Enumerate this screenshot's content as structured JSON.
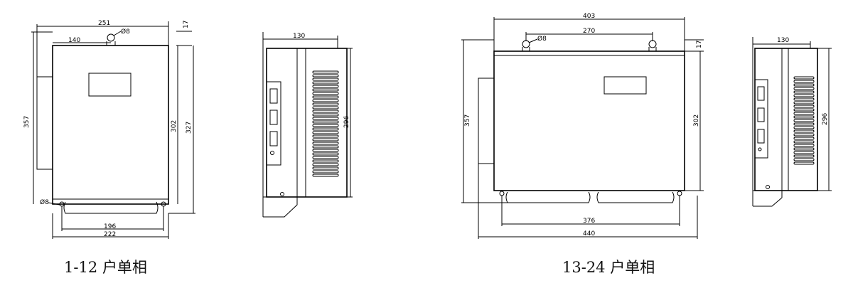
{
  "diagrams": [
    {
      "caption": "1-12 户单相",
      "dims": {
        "top_width": "251",
        "hook_offset": "140",
        "hole_top": "Ø8",
        "hook_height": "17",
        "total_height": "357",
        "inner_height": "302",
        "mount_height": "327",
        "hole_bottom": "Ø8",
        "bottom_span": "196",
        "bottom_width": "222",
        "side_width": "130",
        "side_height": "296"
      }
    },
    {
      "caption": "13-24 户单相",
      "dims": {
        "top_width": "403",
        "hook_span": "270",
        "hole_top": "Ø8",
        "hook_height": "17",
        "total_height": "357",
        "inner_height": "302",
        "bottom_span": "376",
        "bottom_width": "440",
        "side_width": "130",
        "side_height": "296"
      }
    }
  ]
}
